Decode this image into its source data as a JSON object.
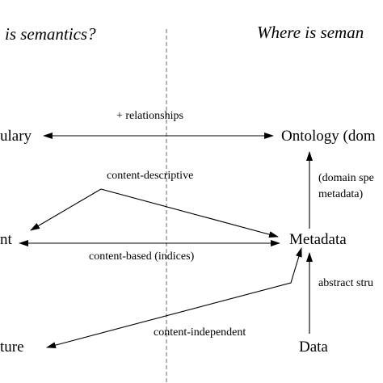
{
  "headings": {
    "left": "is semantics?",
    "right": "Where is seman"
  },
  "nodes": {
    "vocabulary": "ulary",
    "ontology": "Ontology (dom",
    "content": "nt",
    "metadata": "Metadata",
    "structure": "ture",
    "data": "Data"
  },
  "edges": {
    "relationships": "+ relationships",
    "content_descriptive": "content-descriptive",
    "domain_specific_line1": "(domain spe",
    "domain_specific_line2": "metadata)",
    "content_based": "content-based (indices)",
    "abstract_structure": "abstract stru",
    "content_independent": "content-independent"
  }
}
